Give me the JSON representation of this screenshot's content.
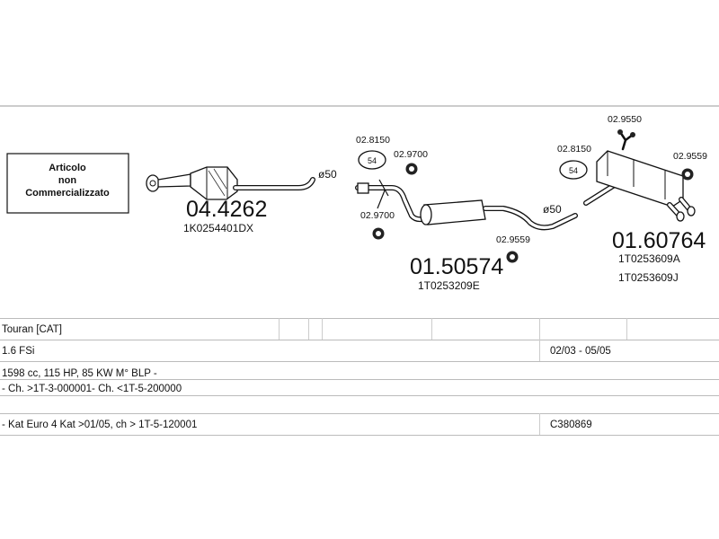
{
  "notice": {
    "line1": "Articolo",
    "line2": "non",
    "line3": "Commercializzato"
  },
  "parts": {
    "catalyst": {
      "number": "04.4262",
      "oem": "1K0254401DX"
    },
    "middle": {
      "number": "01.50574",
      "oem": "1T0253209E"
    },
    "rear": {
      "number": "01.60764",
      "oem1": "1T0253609A",
      "oem2": "1T0253609J"
    },
    "mounts": {
      "clamp_front": "02.8150",
      "hanger_front_top": "02.9700",
      "hanger_front_bottom": "02.9700",
      "ring_middle": "02.9559",
      "clamp_rear": "02.8150",
      "bracket_rear": "02.9550",
      "ring_rear": "02.9559"
    },
    "pipe_diameter_1": "ø50",
    "pipe_diameter_2": "ø50",
    "clamp_size_1": "54",
    "clamp_size_2": "54"
  },
  "vehicle": {
    "model": "Touran  [CAT]",
    "engine": "1.6 FSi",
    "period": "02/03 - 05/05",
    "specs": "1598 cc, 115 HP, 85 KW M° BLP -",
    "chassis": "- Ch. >1T-3-000001- Ch. <1T-5-200000",
    "kat_note": "- Kat Euro 4  Kat >01/05, ch > 1T-5-120001",
    "code": "C380869"
  }
}
